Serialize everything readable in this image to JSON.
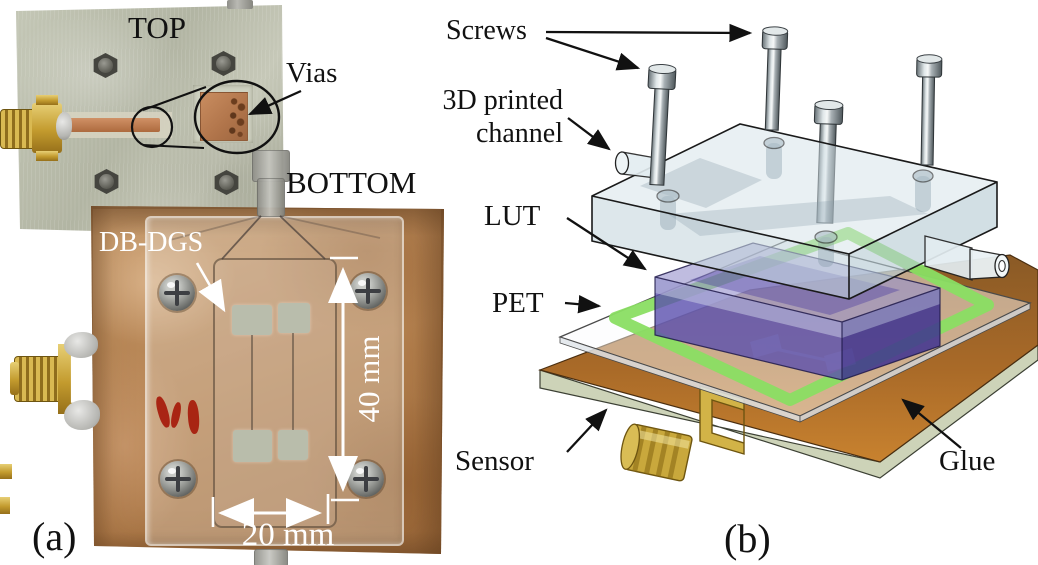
{
  "panel_a": {
    "label": "(a)",
    "top_photo": {
      "title": "TOP",
      "vias": "Vias"
    },
    "bottom_photo": {
      "title": "BOTTOM",
      "dgs": "DB-DGS",
      "dim_height": "40 mm",
      "dim_width": "20 mm"
    }
  },
  "panel_b": {
    "label": "(b)",
    "labels": {
      "screws": "Screws",
      "channel_line1": "3D printed",
      "channel_line2": "channel",
      "lut": "LUT",
      "pet": "PET",
      "sensor": "Sensor",
      "glue": "Glue"
    }
  },
  "colors": {
    "copper": "#b3702e",
    "glue_green": "#8ade63",
    "lut_purple": "#5a4fae",
    "connector_gold": "#d2b347",
    "channel_glass": "#d4e2e8",
    "substrate": "#cdd3b8",
    "plate_metal": "#b9bcab"
  }
}
